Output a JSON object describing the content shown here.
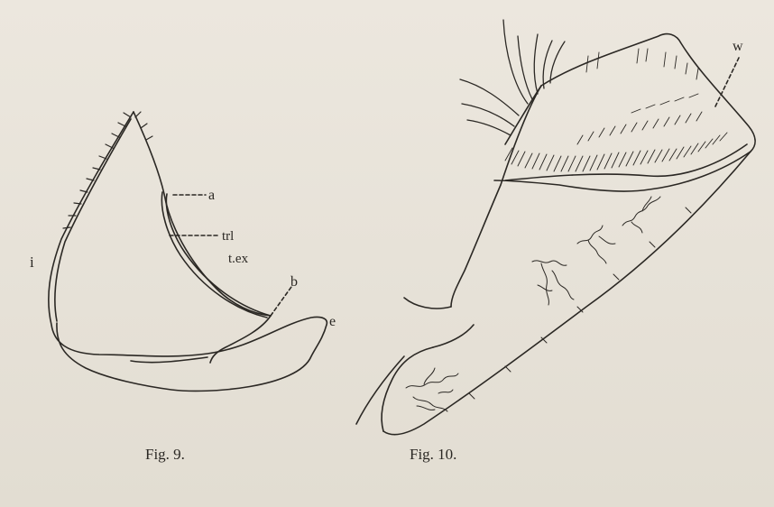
{
  "fig9": {
    "caption": "Fig. 9.",
    "labels": {
      "a": "a",
      "trl": "trl",
      "tex": "t.ex",
      "b": "b",
      "e": "e",
      "i": "i"
    }
  },
  "fig10": {
    "caption": "Fig. 10.",
    "labels": {
      "w": "w"
    }
  },
  "colors": {
    "ink": "#2b2824",
    "paper": "#e9e4da"
  }
}
